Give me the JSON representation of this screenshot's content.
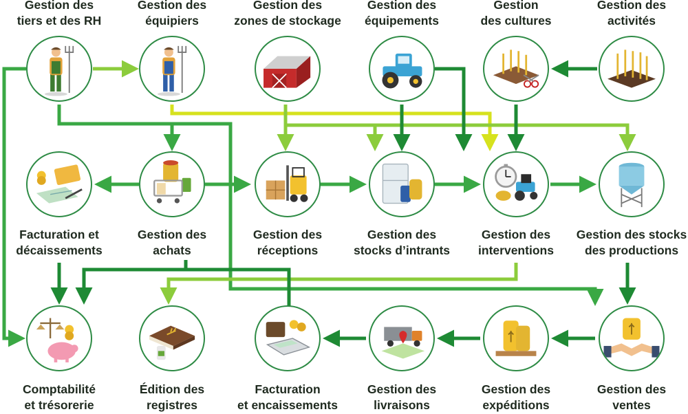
{
  "colors": {
    "dark_green": "#1e8a34",
    "mid_green": "#3aa844",
    "light_green": "#8ccc3c",
    "yellow": "#d6e21e",
    "circle_border": "#2e8b45",
    "text": "#1f2a1f"
  },
  "nodes": {
    "tiers": {
      "label": "Gestion des\ntiers et des RH",
      "icon": "farmer-icon"
    },
    "equipiers": {
      "label": "Gestion des\néquipiers",
      "icon": "farmer-pitchfork-icon"
    },
    "zones": {
      "label": "Gestion des\nzones de stockage",
      "icon": "barn-icon"
    },
    "equipements": {
      "label": "Gestion des\néquipements",
      "icon": "tractor-icon"
    },
    "cultures": {
      "label": "Gestion\ndes cultures",
      "icon": "wheat-cut-icon"
    },
    "activites": {
      "label": "Gestion des\nactivités",
      "icon": "wheat-field-icon"
    },
    "facturation_dec": {
      "label": "Facturation et\ndécaissements",
      "icon": "checkbook-icon"
    },
    "achats": {
      "label": "Gestion des\nachats",
      "icon": "shopping-cart-icon"
    },
    "receptions": {
      "label": "Gestion des\nréceptions",
      "icon": "forklift-icon"
    },
    "stocks_intrants": {
      "label": "Gestion des\nstocks d’intrants",
      "icon": "fridge-sacks-icon"
    },
    "interventions": {
      "label": "Gestion des\ninterventions",
      "icon": "stopwatch-tractor-icon"
    },
    "stocks_productions": {
      "label": "Gestion des stocks\ndes productions",
      "icon": "silo-icon"
    },
    "comptabilite": {
      "label": "Comptabilité\net trésorerie",
      "icon": "piggy-bank-icon"
    },
    "registres": {
      "label": "Édition des\nregistres",
      "icon": "register-book-icon"
    },
    "facturation_enc": {
      "label": "Facturation\net encaissements",
      "icon": "calculator-wallet-icon"
    },
    "livraisons": {
      "label": "Gestion des\nlivraisons",
      "icon": "truck-map-icon"
    },
    "expeditions": {
      "label": "Gestion des\nexpéditions",
      "icon": "pallet-sacks-icon"
    },
    "ventes": {
      "label": "Gestion des\nventes",
      "icon": "handshake-icon"
    }
  }
}
